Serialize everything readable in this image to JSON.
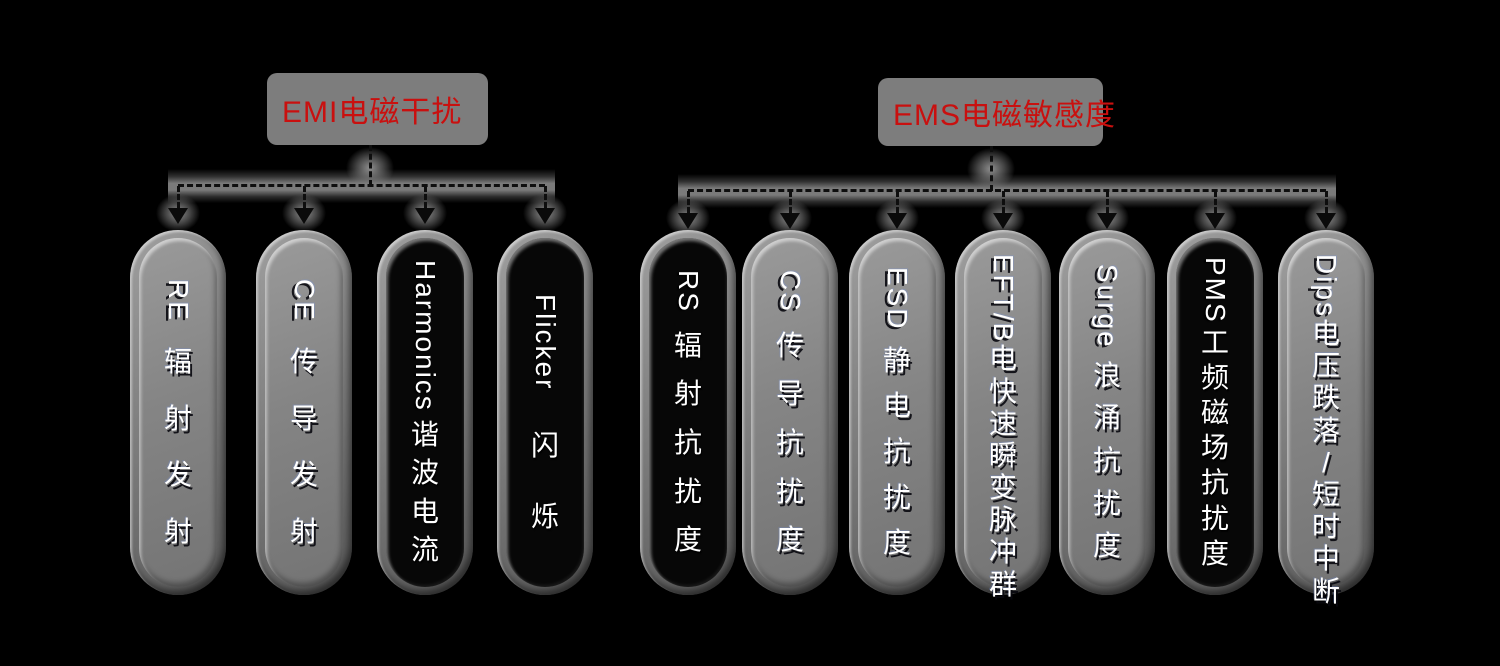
{
  "diagram": {
    "background_color": "#000000",
    "accent_red": "#c9100f",
    "header_box_gray": "#7d7d7d",
    "pill_text_color": "#ffffff",
    "groups": [
      {
        "id": "emi",
        "title": "EMI电磁干扰",
        "items": [
          {
            "label": "RE 辐射发射",
            "face": "gray"
          },
          {
            "label": "CE 传导发射",
            "face": "gray"
          },
          {
            "label": "Harmonics 谐波电流",
            "face": "black"
          },
          {
            "label": "Flicker 闪烁",
            "face": "black"
          }
        ]
      },
      {
        "id": "ems",
        "title": "EMS电磁敏感度",
        "items": [
          {
            "label": "RS 辐射抗扰度",
            "face": "black"
          },
          {
            "label": "CS 传导抗扰度",
            "face": "gray"
          },
          {
            "label": "ESD 静电抗扰度",
            "face": "gray"
          },
          {
            "label": "EFT/B电快速瞬变脉冲群",
            "face": "gray"
          },
          {
            "label": "Surge 浪涌抗扰度",
            "face": "gray"
          },
          {
            "label": "PMS工频磁场抗扰度",
            "face": "black"
          },
          {
            "label": "Dips电压跌落/短时中断",
            "face": "gray"
          }
        ]
      }
    ]
  }
}
